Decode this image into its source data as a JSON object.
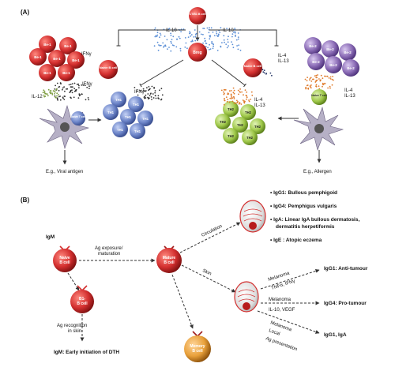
{
  "panel_a": {
    "label": "(A)",
    "cd5_cell": "CT/B1 B cell",
    "breg": "Breg",
    "il10_left": "IL-10",
    "il10_right": "IL-10",
    "il4_il13_top": "IL-4\nIL-13",
    "ifn_top": "IFNγ",
    "ifn_left": "IFNγ",
    "il12": "IL-12",
    "ifn_mid": "IFNγ",
    "be1": "Be-1",
    "be2": "Be-2",
    "th1": "TH1",
    "th2": "TH2",
    "naive_b": "Naive B cell",
    "naive_b_right": "Naive B cell",
    "naive_t": "Naive T cell",
    "naive_t2": "Naive T cell",
    "il4_il13_mid": "IL-4\nIL-13",
    "il4_il13_right": "IL-4\nIL-13",
    "viral": "E.g., Viral antigen",
    "allergen": "E.g., Allergen"
  },
  "panel_b": {
    "label": "(B)",
    "igm_head": "IgM",
    "naive_b": "Naive\nB cell",
    "ag_exposure": "Ag exposure/\nmaturation",
    "mature_b": "Mature\nB cell",
    "b1_cell": "B1-\nB cell",
    "ag_recognition": "Ag recognition\nin skin",
    "igm_dth": "IgM: Early initiation of DTH",
    "memory_b": "Memory\nB cell",
    "circulation": "Circulation",
    "skin": "Skin",
    "diseases": [
      "IgG1: Bullous pemphigoid",
      "IgG4: Pemphigus vulgaris",
      "IgA: Linear IgA bullous dermatosis,",
      "dermatitis herpetiformis",
      "IgE :  Atopic eczema"
    ],
    "melanoma1": "Melanoma",
    "tnf": "TNFα, IFNγ",
    "anti_tumour": "IgG1: Anti-tumour",
    "melanoma2": "Melanoma",
    "il10_vegf": "IL-10, VEGF",
    "pro_tumour": "IgG4: Pro-tumour",
    "melanoma3": "Melanoma",
    "local": "Local",
    "ag_presentation": "Ag presentation",
    "igg1_iga": "IgG1, IgA"
  },
  "colors": {
    "red": "#d32f2f",
    "dark_red": "#9e1b1b",
    "blue": "#6c84c8",
    "purple": "#8a6bb5",
    "green": "#9fc84a",
    "gold": "#e8a03a"
  }
}
